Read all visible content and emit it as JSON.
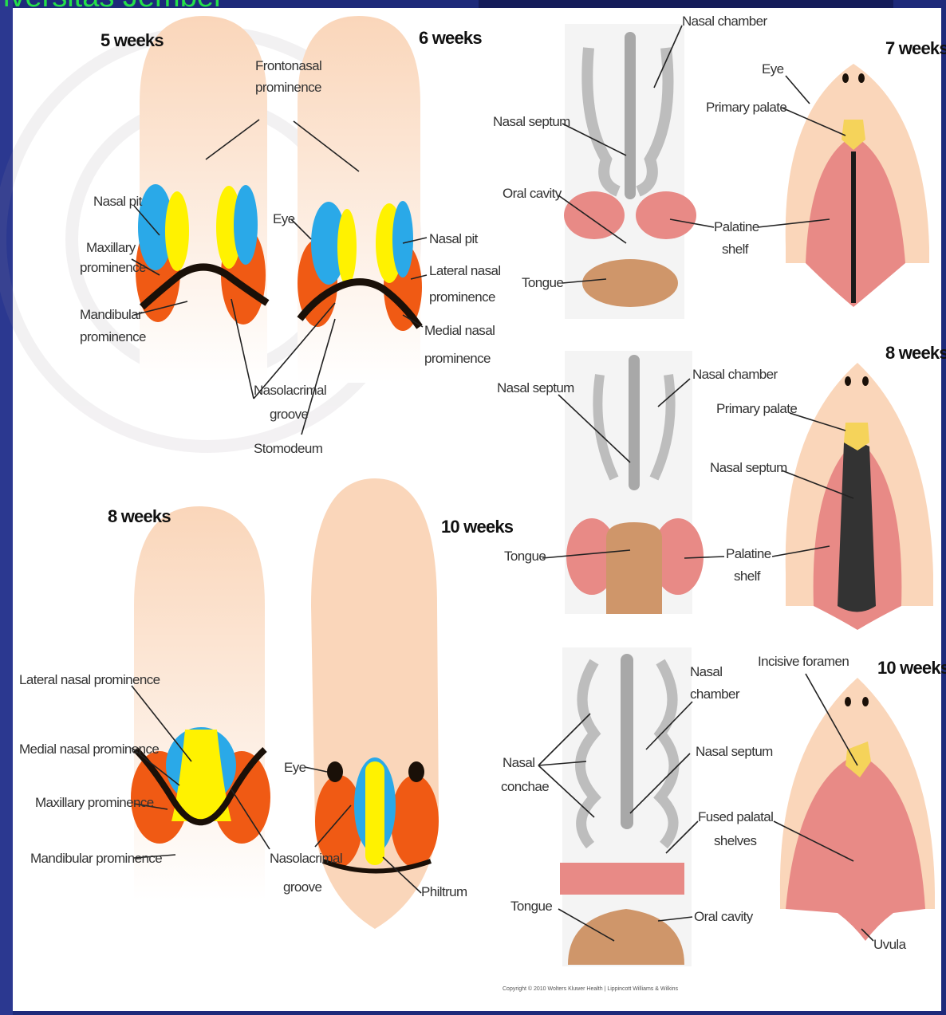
{
  "watermark": "iversitas Jember",
  "copyright": "Copyright © 2010 Wolters Kluwer Health | Lippincott Williams & Wilkins",
  "colors": {
    "background": "#1e2a7a",
    "skin": "#fad6ba",
    "maxillary": "#f05a14",
    "medial_nasal": "#fff200",
    "lateral_nasal": "#2aa9e8",
    "palate": "#e88a86",
    "tongue": "#cf966a",
    "primary_palate": "#f5d35a"
  },
  "panels": {
    "w5": {
      "title": "5 weeks",
      "labels": {
        "nasal_pit": "Nasal pit",
        "maxillary_1": "Maxillary",
        "maxillary_2": "prominence",
        "mandibular_1": "Mandibular",
        "mandibular_2": "prominence"
      }
    },
    "w6": {
      "title": "6 weeks",
      "labels": {
        "frontonasal_1": "Frontonasal",
        "frontonasal_2": "prominence",
        "eye": "Eye",
        "nasal_pit": "Nasal pit",
        "lateral_nasal_1": "Lateral nasal",
        "lateral_nasal_2": "prominence",
        "medial_nasal_1": "Medial nasal",
        "medial_nasal_2": "prominence",
        "nasolacrimal_1": "Nasolacrimal",
        "nasolacrimal_2": "groove",
        "stomodeum": "Stomodeum"
      }
    },
    "w8": {
      "title": "8 weeks",
      "labels": {
        "lateral_nasal": "Lateral nasal prominence",
        "medial_nasal": "Medial nasal prominence",
        "maxillary": "Maxillary prominence",
        "mandibular": "Mandibular prominence"
      }
    },
    "w10": {
      "title": "10 weeks",
      "labels": {
        "eye": "Eye",
        "nasolacrimal_1": "Nasolacrimal",
        "nasolacrimal_2": "groove",
        "philtrum": "Philtrum"
      }
    },
    "p7": {
      "title": "7 weeks",
      "labels": {
        "nasal_chamber": "Nasal chamber",
        "nasal_septum": "Nasal septum",
        "oral_cavity": "Oral cavity",
        "tongue": "Tongue",
        "eye": "Eye",
        "primary_palate": "Primary palate",
        "palatine_1": "Palatine",
        "palatine_2": "shelf"
      }
    },
    "p8": {
      "title": "8 weeks",
      "labels": {
        "nasal_septum": "Nasal septum",
        "nasal_chamber": "Nasal chamber",
        "primary_palate": "Primary palate",
        "nasal_septum_r": "Nasal septum",
        "tongue": "Tongue",
        "palatine_1": "Palatine",
        "palatine_2": "shelf"
      }
    },
    "p10": {
      "title": "10 weeks",
      "labels": {
        "nasal_chamber_1": "Nasal",
        "nasal_chamber_2": "chamber",
        "incisive": "Incisive foramen",
        "nasal_septum": "Nasal septum",
        "conchae_1": "Nasal",
        "conchae_2": "conchae",
        "fused_1": "Fused palatal",
        "fused_2": "shelves",
        "tongue": "Tongue",
        "oral_cavity": "Oral cavity",
        "uvula": "Uvula"
      }
    }
  }
}
